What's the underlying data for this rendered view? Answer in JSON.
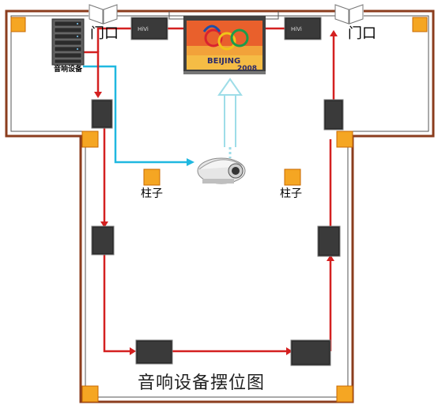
{
  "title": "音响设备摆位图",
  "labels": {
    "door_left": "门口",
    "door_right": "门口",
    "rack": "音响设备",
    "pillar_left": "柱子",
    "pillar_right": "柱子"
  },
  "speaker_brand": "HiVi",
  "screen": {
    "text_city": "BEIJING",
    "text_year": "2008"
  },
  "colors": {
    "wall": "#8b3d1e",
    "pillar": "#f5a623",
    "pillar_border": "#c86800",
    "audio_cable": "#d42020",
    "video_cable": "#20b8e0",
    "projection_beam": "#9edde8"
  }
}
